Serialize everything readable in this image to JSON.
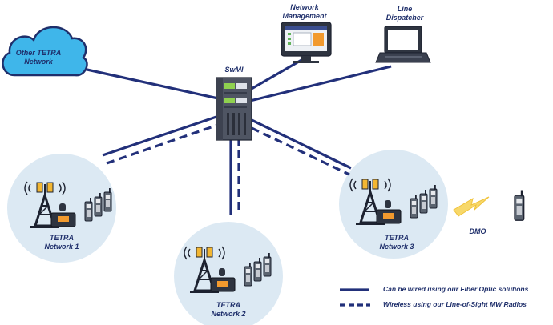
{
  "nodes": {
    "cloud": {
      "line1": "Other TETRA",
      "line2": "Network"
    },
    "swmi": {
      "label": "SwMI"
    },
    "network_management": {
      "line1": "Network",
      "line2": "Management"
    },
    "line_dispatcher": {
      "line1": "Line",
      "line2": "Dispatcher"
    },
    "network1": {
      "line1": "TETRA",
      "line2": "Network 1"
    },
    "network2": {
      "line1": "TETRA",
      "line2": "Network 2"
    },
    "network3": {
      "line1": "TETRA",
      "line2": "Network 3"
    },
    "dmo": {
      "label": "DMO"
    }
  },
  "legend": {
    "wired": "Can be wired using our Fiber Optic solutions",
    "wireless": "Wireless using our Line-of-Sight MW Radios"
  },
  "colors": {
    "link": "#22307a",
    "network_circle": "#dce9f3",
    "cloud_fill": "#3fb6ea",
    "text": "#1f2f6b"
  }
}
